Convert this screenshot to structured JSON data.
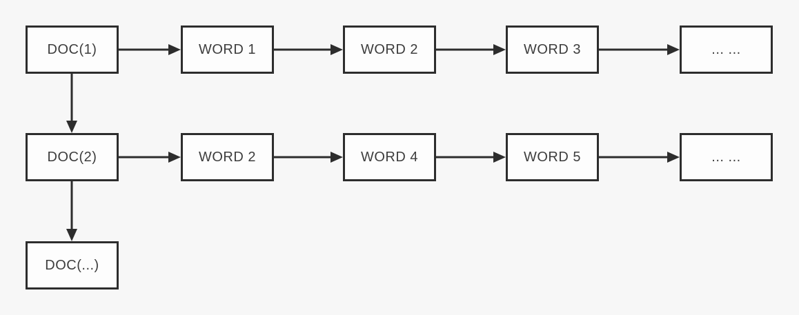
{
  "colors": {
    "bg": "#f7f7f7",
    "box-fill": "#fdfdfd",
    "line": "#2d2d2d",
    "text": "#3d3d3d"
  },
  "diagram": {
    "description": "document-word linked chains",
    "rows": [
      {
        "nodes": [
          "DOC(1)",
          "WORD 1",
          "WORD 2",
          "WORD 3",
          "... ..."
        ]
      },
      {
        "nodes": [
          "DOC(2)",
          "WORD 2",
          "WORD 4",
          "WORD 5",
          "... ..."
        ]
      },
      {
        "nodes": [
          "DOC(...)"
        ]
      }
    ]
  }
}
